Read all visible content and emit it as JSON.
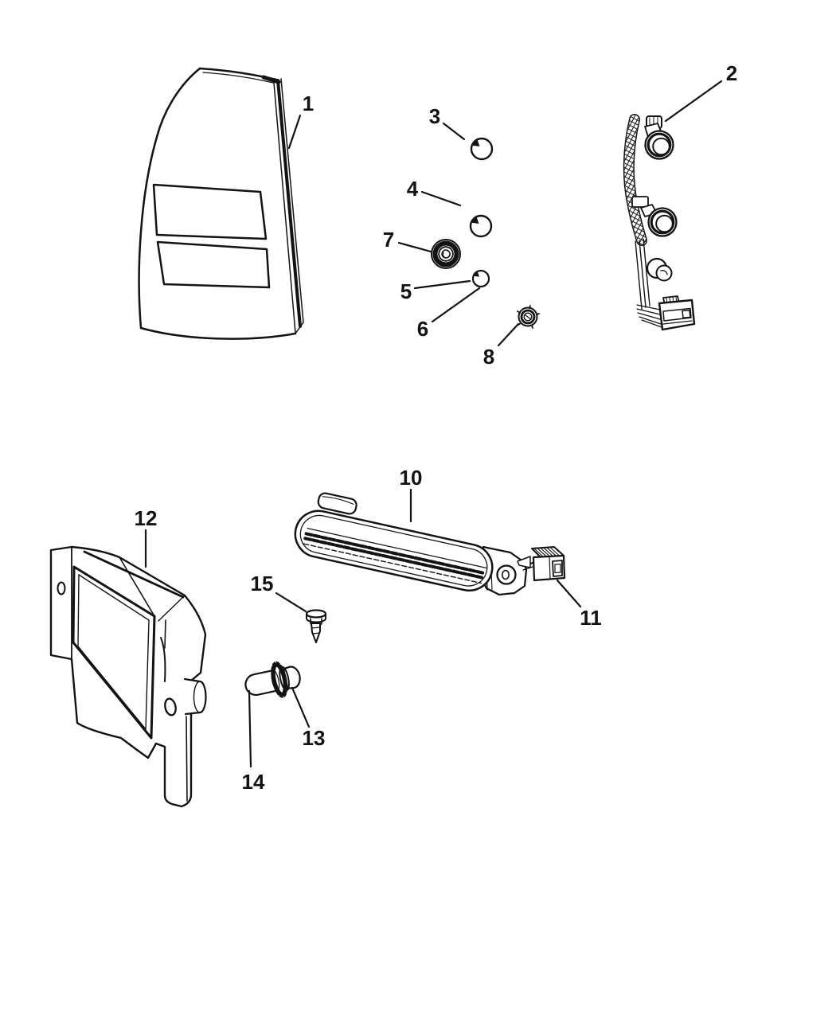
{
  "diagram": {
    "subject": "exploded-parts-diagram-rear-tail-lamps",
    "background_color": "#ffffff",
    "line_color": "#131313",
    "callouts": [
      {
        "number": "1",
        "part": "tail-lamp-lens-and-housing"
      },
      {
        "number": "2",
        "part": "tail-lamp-wiring-harness-with-sockets"
      },
      {
        "number": "3",
        "part": "bulb-large-upper"
      },
      {
        "number": "4",
        "part": "bulb-large-lower"
      },
      {
        "number": "5",
        "part": "bulb-small"
      },
      {
        "number": "6",
        "part": "bulb-small"
      },
      {
        "number": "7",
        "part": "bulb-socket-large"
      },
      {
        "number": "8",
        "part": "bulb-socket-small"
      },
      {
        "number": "10",
        "part": "center-high-mount-stop-lamp"
      },
      {
        "number": "11",
        "part": "wiring-connector"
      },
      {
        "number": "12",
        "part": "rear-lamp-assembly"
      },
      {
        "number": "13",
        "part": "bulb-socket"
      },
      {
        "number": "14",
        "part": "bulb"
      },
      {
        "number": "15",
        "part": "screw-push-pin"
      }
    ]
  }
}
